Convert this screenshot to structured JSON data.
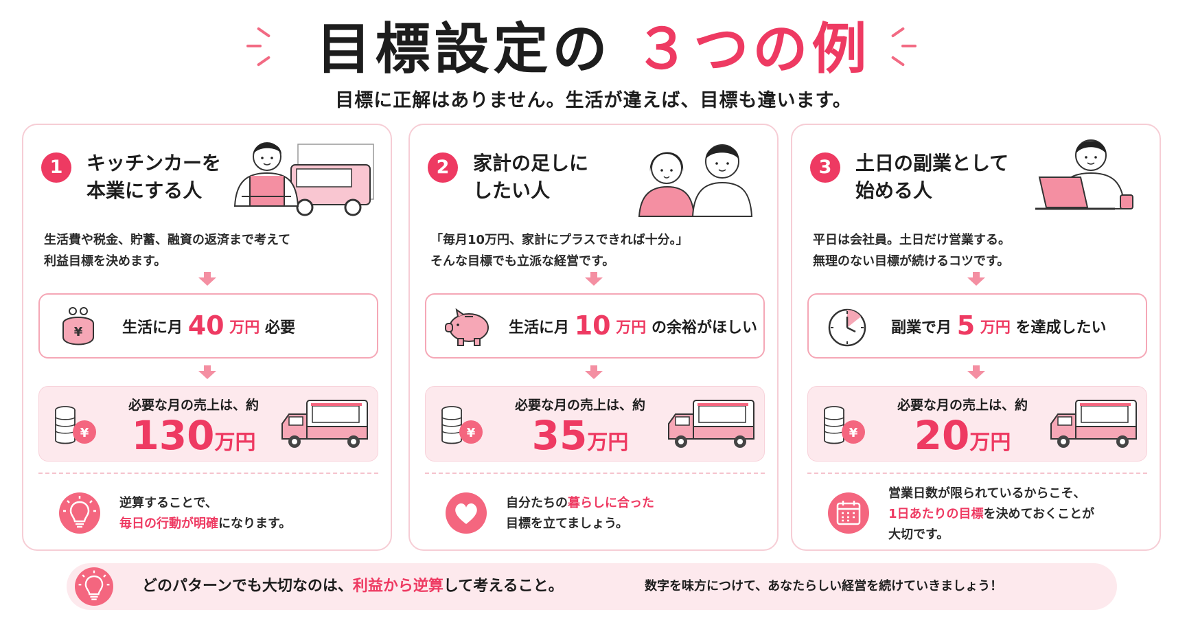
{
  "header": {
    "title_main": "目標設定の",
    "title_accent": "３つの例",
    "subtitle": "目標に正解はありません。生活が違えば、目標も違います。"
  },
  "cards": [
    {
      "number": "1",
      "title_line1": "キッチンカーを",
      "title_line2": "本業にする人",
      "desc_line1": "生活費や税金、貯蓄、融資の返済まで考えて",
      "desc_line2": "利益目標を決めます。",
      "need_prefix": "生活に月",
      "need_value": "40",
      "need_unit": "万円",
      "need_suffix": "必要",
      "need_icon": "coin-purse-yen-icon",
      "sales_label": "必要な月の売上は、約",
      "sales_value": "130",
      "sales_unit": "万円",
      "tip_icon": "lightbulb-icon",
      "tip_line1": "逆算することで、",
      "tip_highlight": "毎日の行動が明確",
      "tip_rest": "になります。"
    },
    {
      "number": "2",
      "title_line1": "家計の足しに",
      "title_line2": "したい人",
      "desc_line1": "「毎月10万円、家計にプラスできれば十分。」",
      "desc_line2": "そんな目標でも立派な経営です。",
      "need_prefix": "生活に月",
      "need_value": "10",
      "need_unit": "万円",
      "need_suffix": "の余裕がほしい",
      "need_icon": "piggy-bank-icon",
      "sales_label": "必要な月の売上は、約",
      "sales_value": "35",
      "sales_unit": "万円",
      "tip_icon": "heart-icon",
      "tip_prefix": "自分たちの",
      "tip_highlight": "暮らしに合った",
      "tip_line2": "目標を立てましょう。"
    },
    {
      "number": "3",
      "title_line1": "土日の副業として",
      "title_line2": "始める人",
      "desc_line1": "平日は会社員。土日だけ営業する。",
      "desc_line2": "無理のない目標が続けるコツです。",
      "need_prefix": "副業で月",
      "need_value": "5",
      "need_unit": "万円",
      "need_suffix": "を達成したい",
      "need_icon": "clock-icon",
      "sales_label": "必要な月の売上は、約",
      "sales_value": "20",
      "sales_unit": "万円",
      "tip_icon": "calendar-icon",
      "tip_line1": "営業日数が限られているからこそ、",
      "tip_highlight": "1日あたりの目標",
      "tip_rest": "を決めておくことが",
      "tip_line3": "大切です。"
    }
  ],
  "footer": {
    "icon": "lightbulb-icon",
    "text_prefix": "どのパターンでも大切なのは、",
    "text_highlight": "利益から逆算",
    "text_suffix": "して考えること。",
    "text_secondary": "数字を味方につけて、あなたらしい経営を続けていきましょう！"
  },
  "colors": {
    "accent": "#ee3a62",
    "pink_light": "#fde9ed",
    "border": "#f6cdd5"
  }
}
